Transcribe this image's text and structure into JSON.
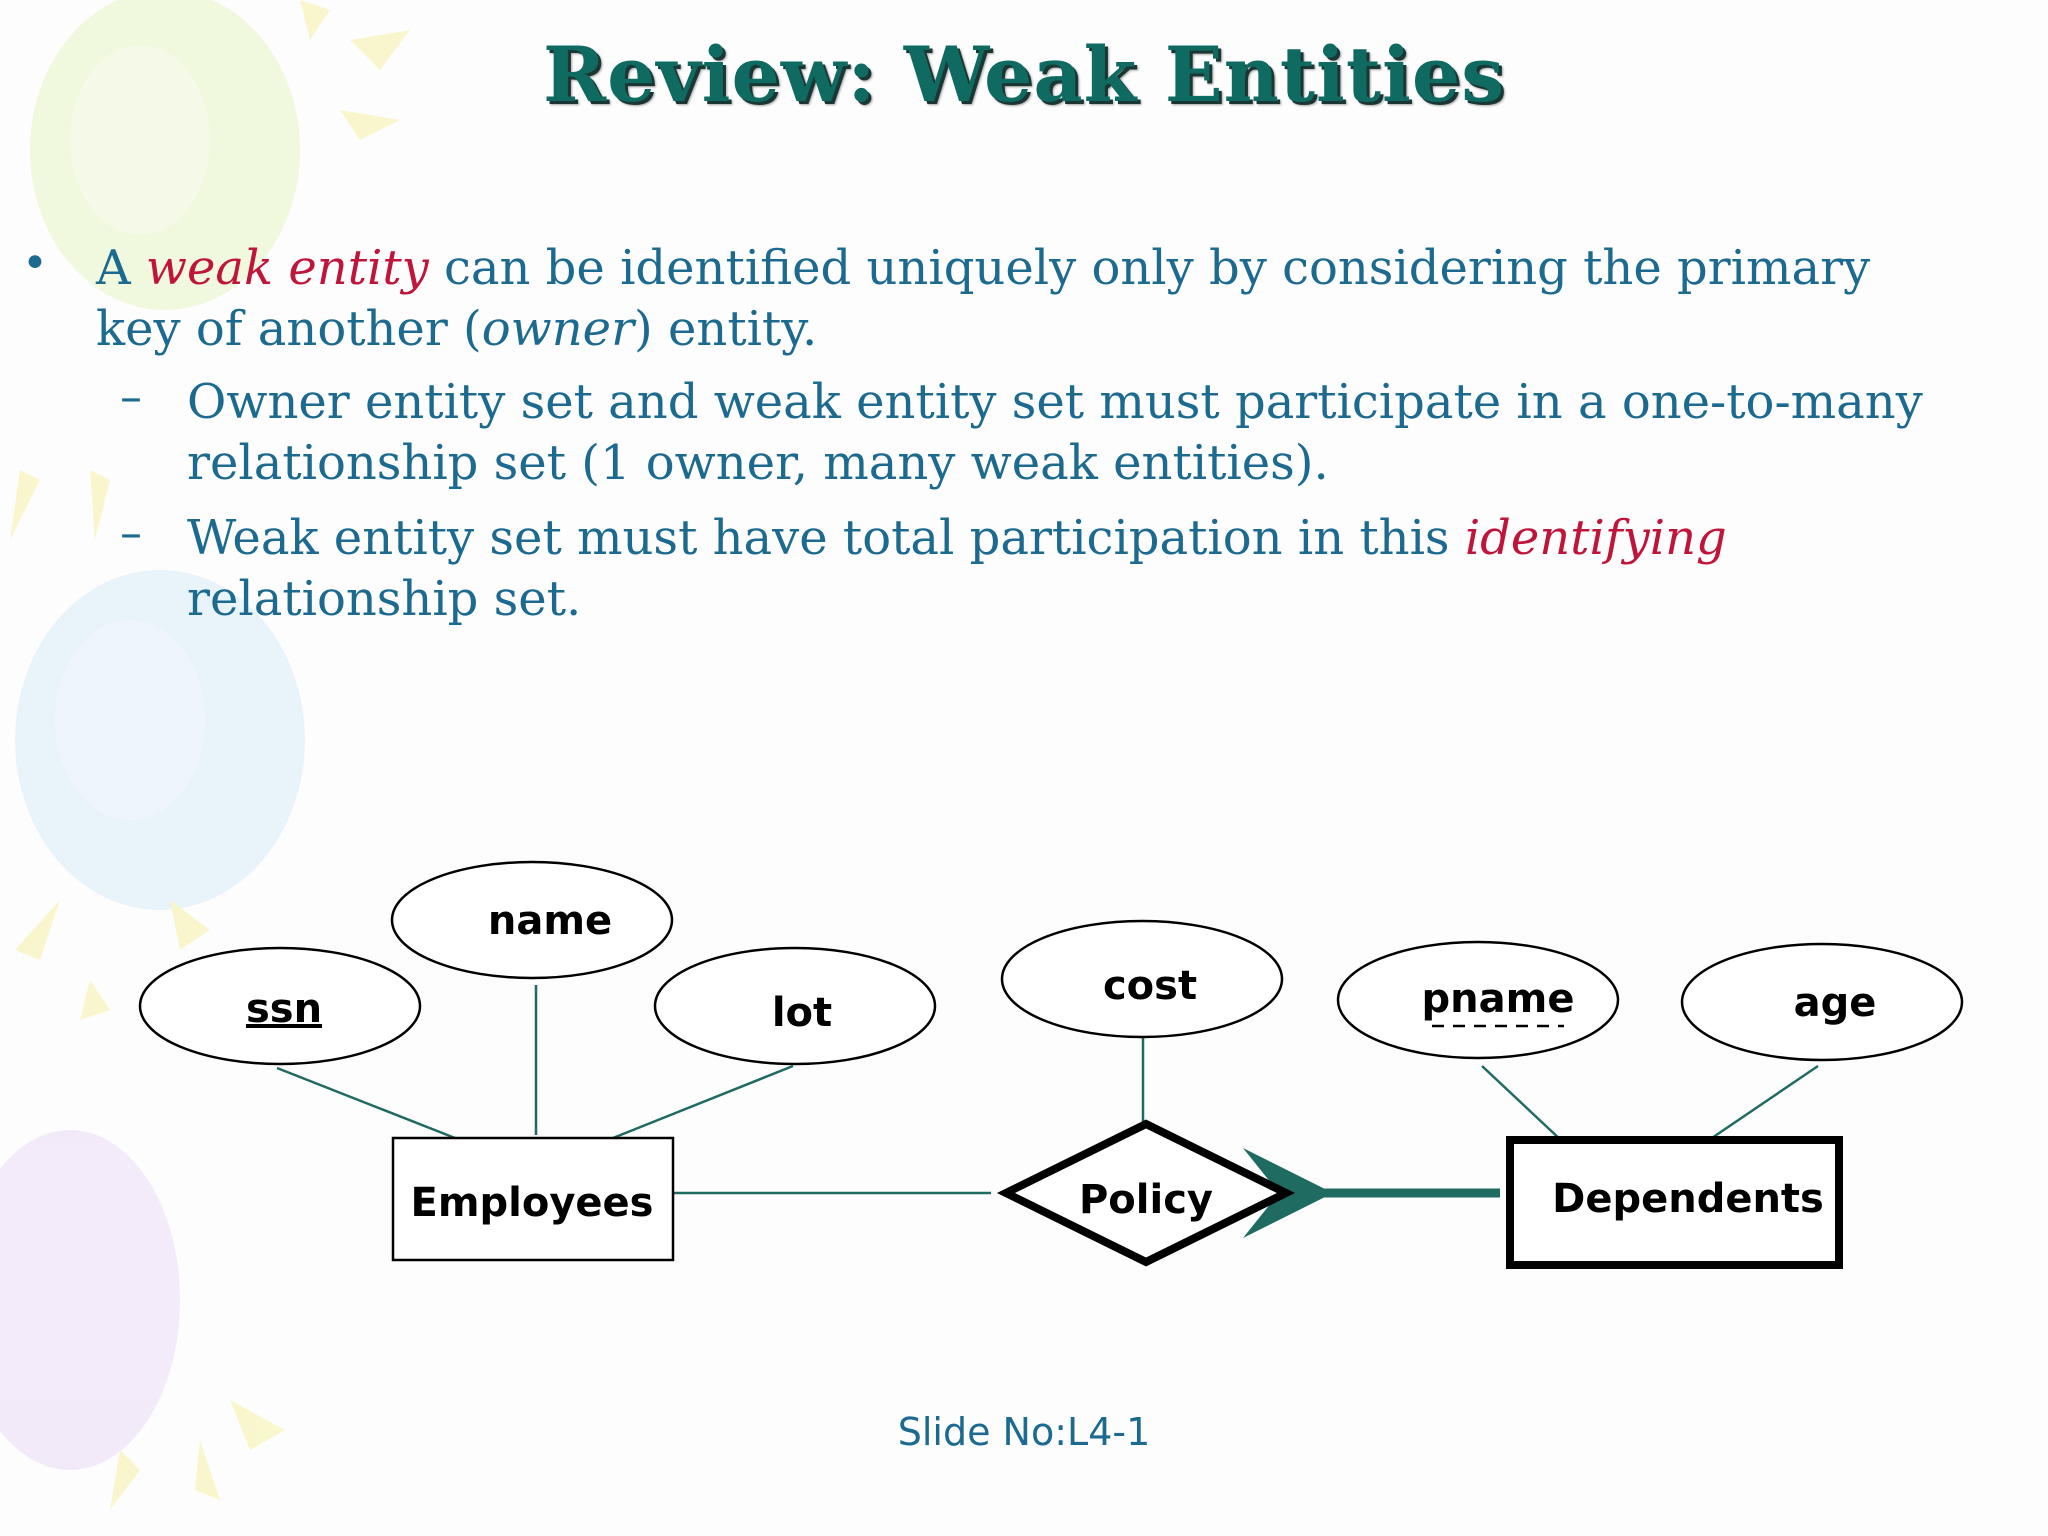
{
  "slide": {
    "title": "Review: Weak Entities",
    "bullet": {
      "before": "A ",
      "term": "weak entity",
      "middle": " can be identified uniquely only by considering the primary",
      "line2_start": "key of another (",
      "owner": "owner",
      "line2_end": ") entity."
    },
    "sub1": {
      "line1": "Owner entity set and weak entity set must participate in a one-to-many",
      "line2": "relationship set (1 owner, many weak entities)."
    },
    "sub2": {
      "before": "Weak entity set must have total participation in this ",
      "term": "identifying",
      "line2": "relationship set."
    },
    "slide_number": "Slide No:L4-1"
  },
  "diagram": {
    "attributes": {
      "ssn": "ssn",
      "name": "name",
      "lot": "lot",
      "cost": "cost",
      "pname": "pname",
      "age": "age"
    },
    "entities": {
      "employees": "Employees",
      "dependents": "Dependents"
    },
    "relationship": "Policy"
  },
  "colors": {
    "title": "#0f6a62",
    "body_text": "#1c6a8f",
    "highlight": "#c0153a",
    "connector": "#1f6b62"
  }
}
